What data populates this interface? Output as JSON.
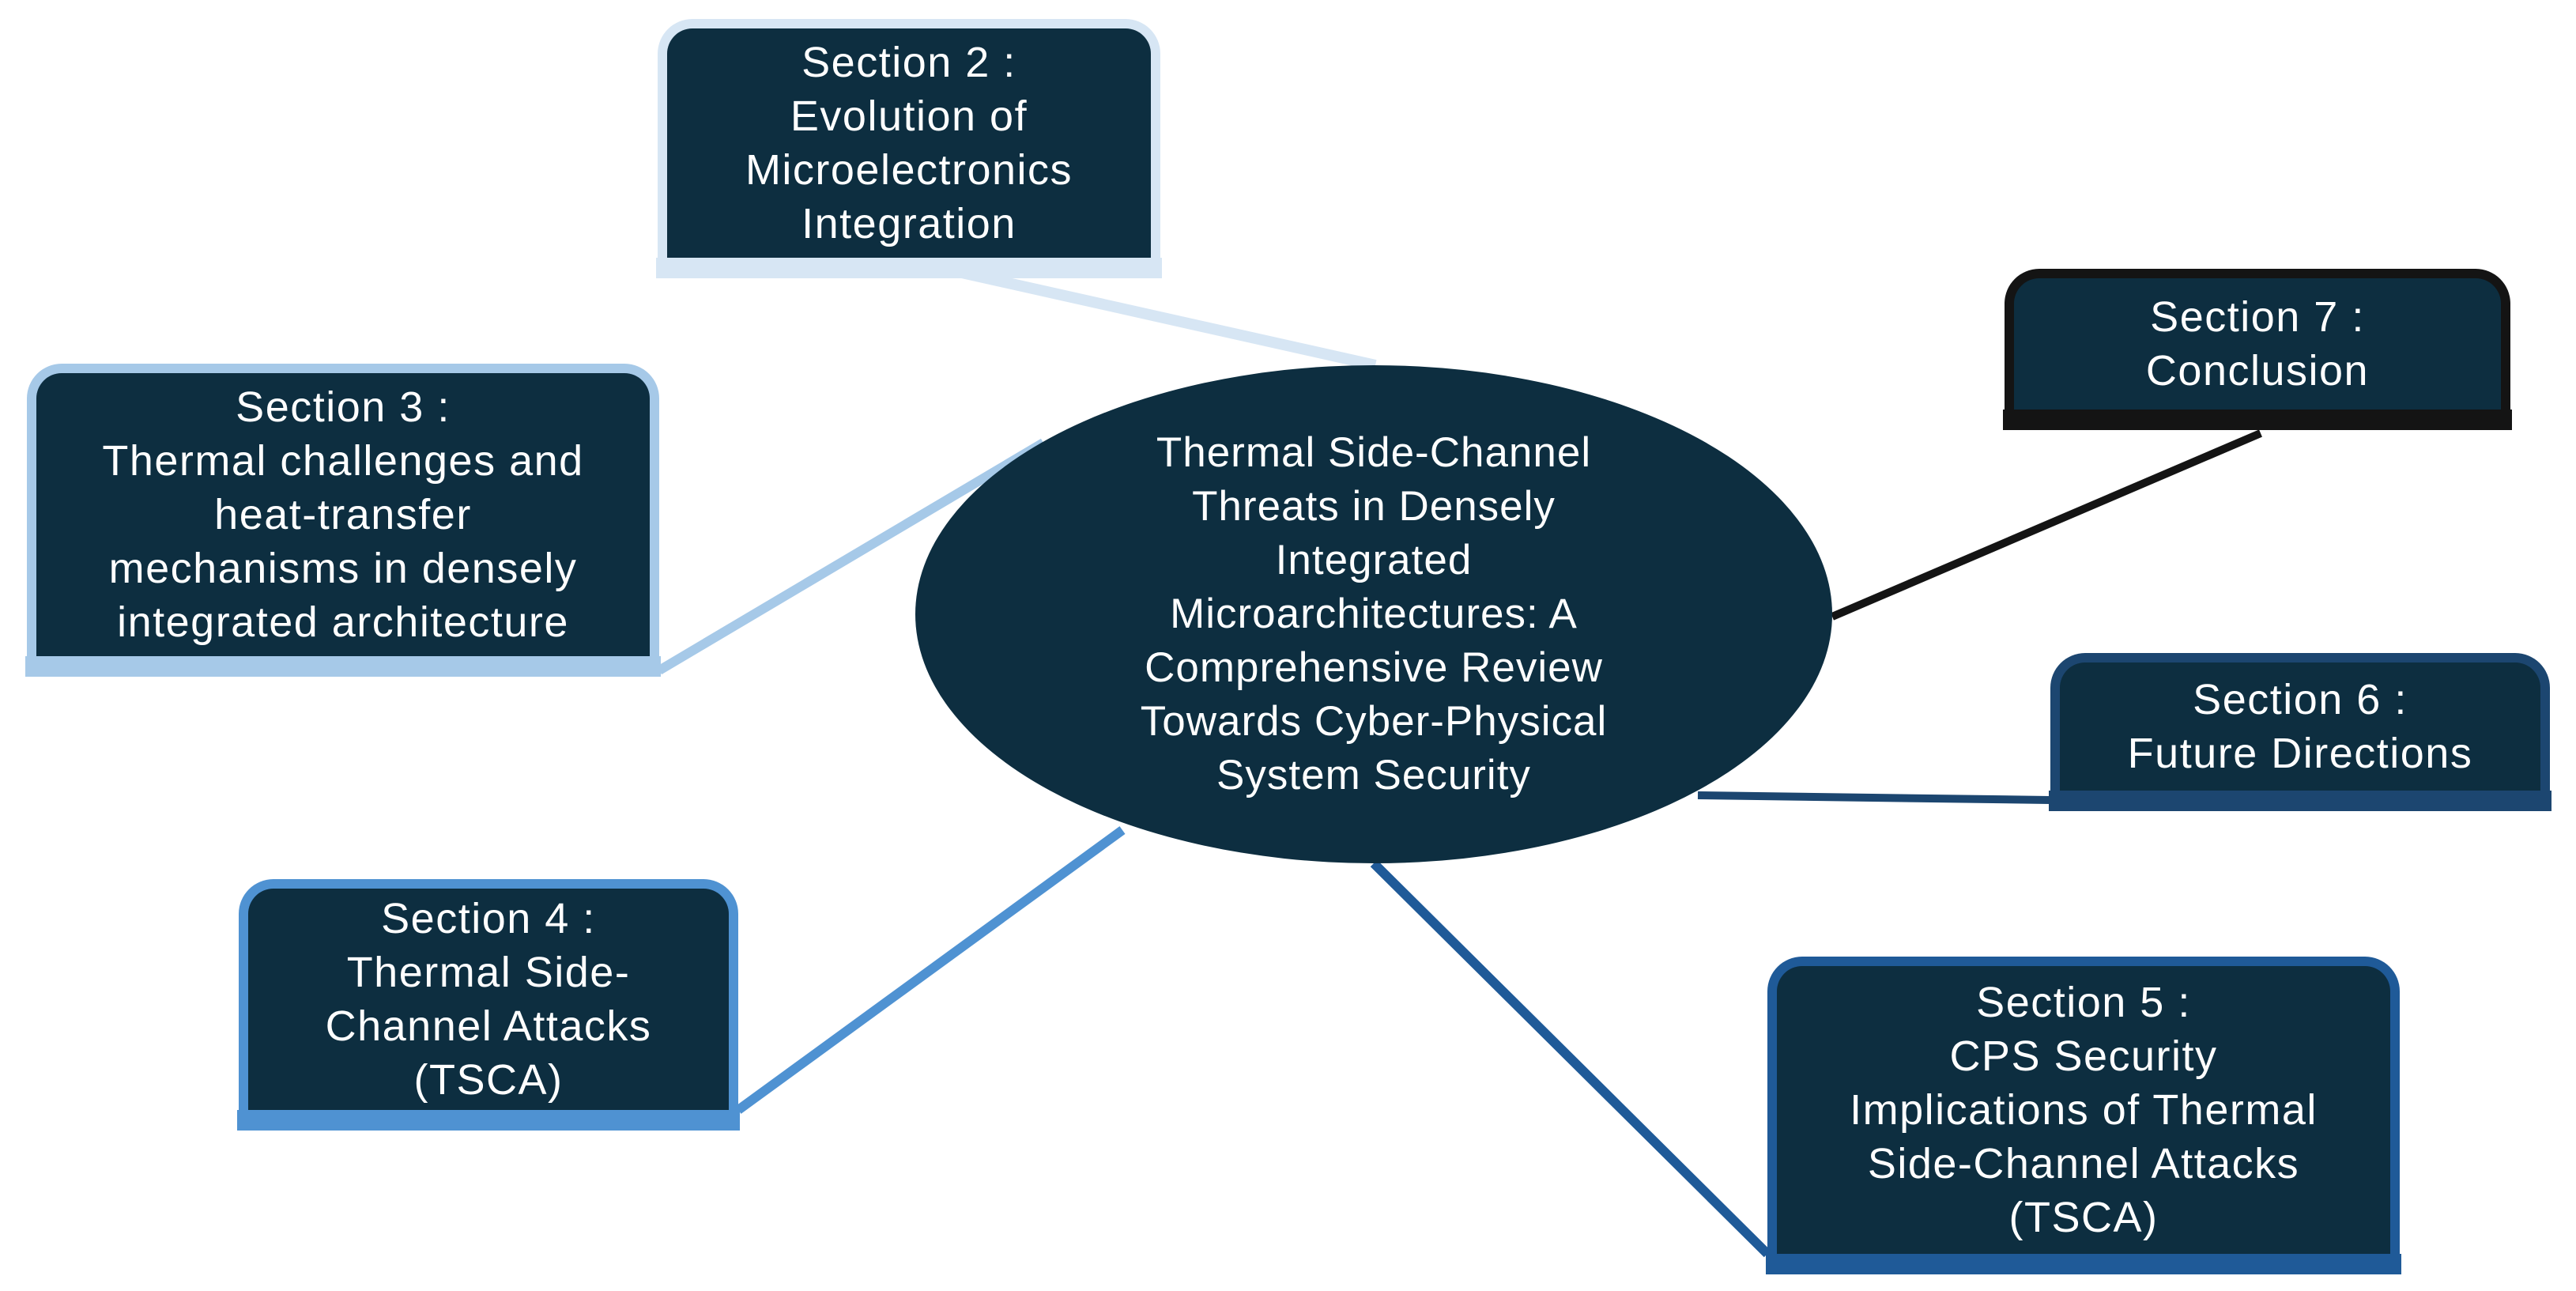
{
  "center": {
    "title": "Thermal Side-Channel\nThreats in Densely\nIntegrated\nMicroarchitectures: A\nComprehensive Review\nTowards Cyber-Physical\nSystem Security"
  },
  "nodes": {
    "s2": {
      "label": "Section 2 :\nEvolution of\nMicroelectronics\nIntegration",
      "accent": "#d7e6f4"
    },
    "s3": {
      "label": "Section 3 :\nThermal challenges and\nheat-transfer\nmechanisms in densely\nintegrated architecture",
      "accent": "#a6c9e8"
    },
    "s4": {
      "label": "Section 4 :\nThermal Side-\nChannel Attacks\n(TSCA)",
      "accent": "#4f92d2"
    },
    "s5": {
      "label": "Section 5 :\nCPS Security\nImplications of Thermal\nSide-Channel Attacks\n(TSCA)",
      "accent": "#1f5a98"
    },
    "s6": {
      "label": "Section 6 :\nFuture Directions",
      "accent": "#1c4670"
    },
    "s7": {
      "label": "Section 7 :\nConclusion",
      "accent": "#141414"
    }
  },
  "colors": {
    "node_fill": "#0d2e40",
    "text": "#ffffff"
  }
}
